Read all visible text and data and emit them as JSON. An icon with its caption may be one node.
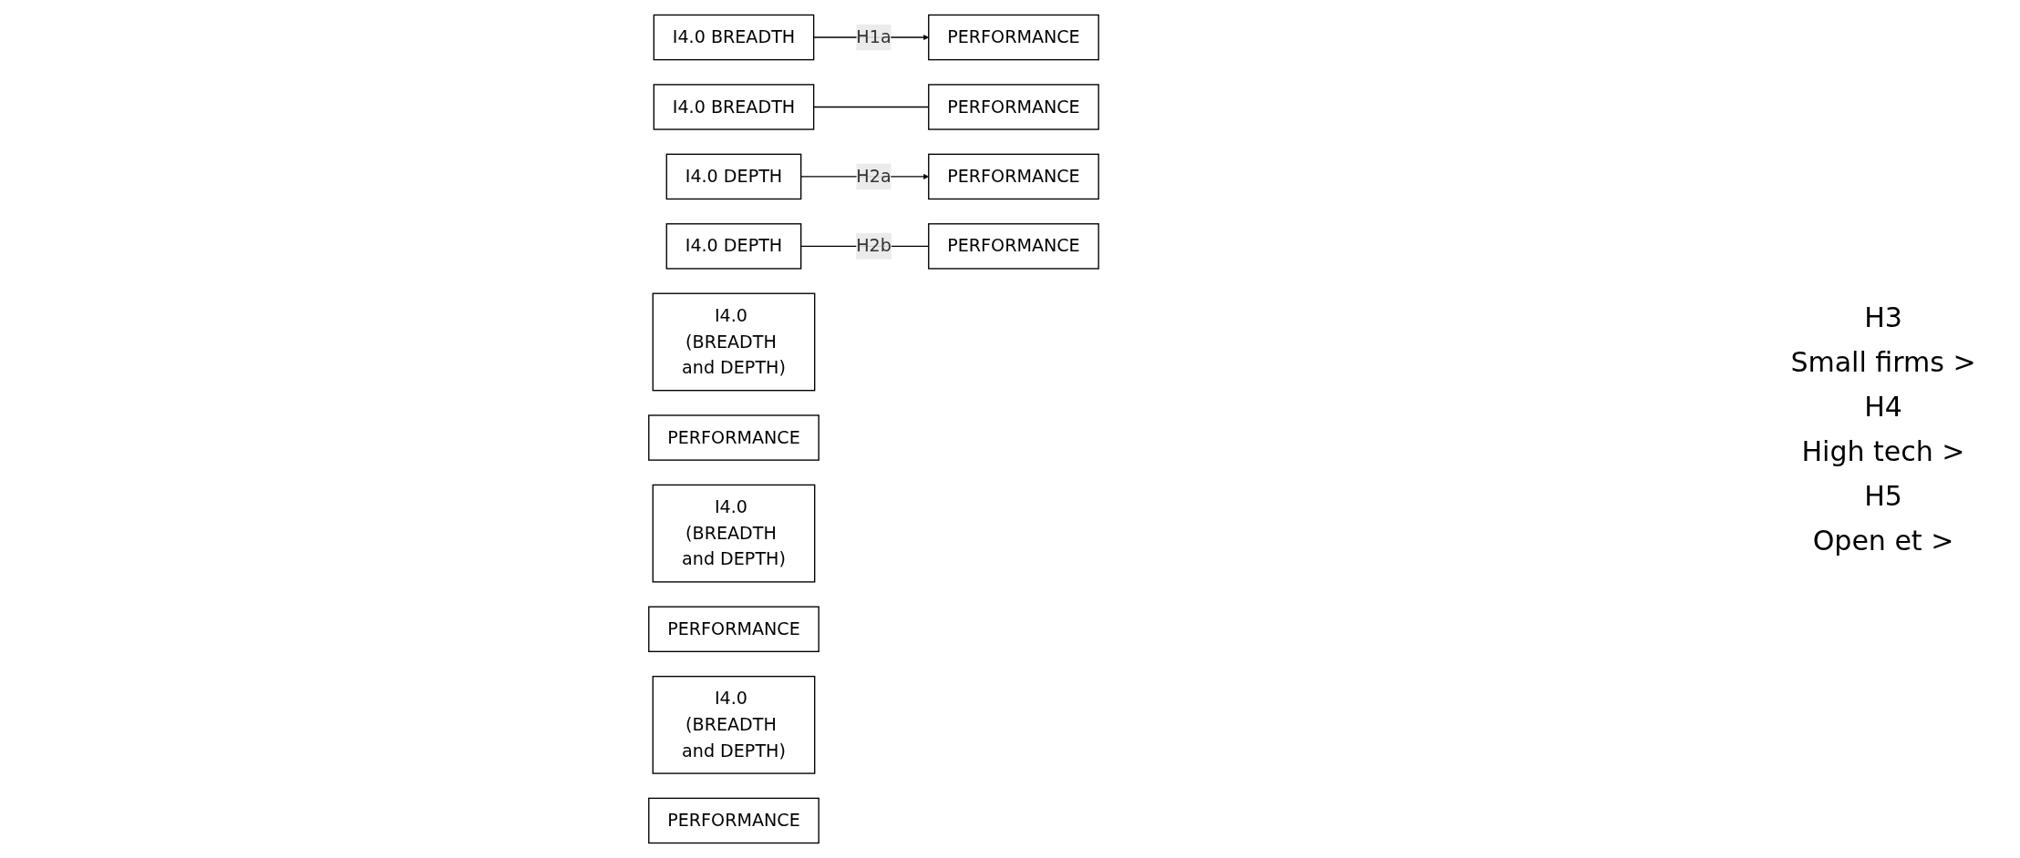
{
  "diagram": {
    "nodes": [
      {
        "text": [
          "I4.0 BREADTH"
        ]
      },
      {
        "text": [
          "PERFORMANCE"
        ]
      },
      {
        "text": [
          "I4.0 BREADTH"
        ]
      },
      {
        "text": [
          "PERFORMANCE"
        ]
      },
      {
        "text": [
          "I4.0 DEPTH"
        ]
      },
      {
        "text": [
          "PERFORMANCE"
        ]
      },
      {
        "text": [
          "I4.0 DEPTH"
        ]
      },
      {
        "text": [
          "PERFORMANCE"
        ]
      },
      {
        "text": [
          "I4.0 (BREADTH and DEPTH)"
        ]
      },
      {
        "text": [
          "PERFORMANCE"
        ]
      },
      {
        "text": [
          "I4.0 (BREADTH and DEPTH)"
        ]
      },
      {
        "text": [
          "PERFORMANCE"
        ]
      },
      {
        "text": [
          "I4.0 (BREADTH and DEPTH)"
        ]
      },
      {
        "text": [
          "PERFORMANCE"
        ]
      }
    ],
    "edges": [
      {
        "from": 0,
        "to": 1,
        "arrow": "to",
        "label": "H1a"
      },
      {
        "from": 2,
        "to": 3,
        "arrow": "none"
      },
      {
        "from": 4,
        "to": 5,
        "arrow": "to",
        "label": "H2a"
      },
      {
        "from": 6,
        "to": 7,
        "arrow": "none",
        "label": "H2b"
      }
    ],
    "labels": [
      "H3",
      "Small firms >",
      "H4",
      "High tech >",
      "H5",
      "Open et >"
    ]
  }
}
